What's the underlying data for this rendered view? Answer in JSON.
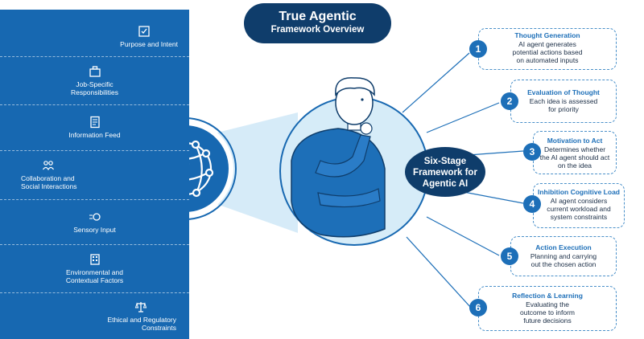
{
  "title": {
    "line1": "True Agentic",
    "line2": "Framework Overview"
  },
  "inputs": [
    {
      "label": "Purpose and Intent",
      "icon": "purpose-icon"
    },
    {
      "label": "Job-Specific\nResponsibilities",
      "icon": "job-icon"
    },
    {
      "label": "Information Feed",
      "icon": "document-icon"
    },
    {
      "label": "Collaboration and\nSocial Interactions",
      "icon": "collaboration-icon"
    },
    {
      "label": "Sensory Input",
      "icon": "sensor-icon"
    },
    {
      "label": "Environmental and\nContextual Factors",
      "icon": "building-icon"
    },
    {
      "label": "Ethical and Regulatory\nConstraints",
      "icon": "scales-icon"
    }
  ],
  "center": {
    "label": "Six-Stage\nFramework for\nAgentic AI",
    "icon": "network-globe-icon"
  },
  "stages": [
    {
      "number": "1",
      "title": "Thought Generation",
      "desc": "AI agent generates\npotential actions based\non automated inputs"
    },
    {
      "number": "2",
      "title": "Evaluation of Thought",
      "desc": "Each idea is assessed\nfor priority"
    },
    {
      "number": "3",
      "title": "Motivation to Act",
      "desc": "Determines whether\nthe AI agent should act\non the idea"
    },
    {
      "number": "4",
      "title": "Inhibition Cognitive Load",
      "desc": "AI agent considers\ncurrent workload and\nsystem constraints"
    },
    {
      "number": "5",
      "title": "Action Execution",
      "desc": "Planning and carrying\nout the chosen action"
    },
    {
      "number": "6",
      "title": "Reflection & Learning",
      "desc": "Evaluating the\noutcome to inform\nfuture decisions"
    }
  ],
  "colors": {
    "primary": "#1768b1",
    "dark_navy": "#0f3d6b",
    "light_blue": "#d6ecf8",
    "accent": "#1d6fb8"
  }
}
